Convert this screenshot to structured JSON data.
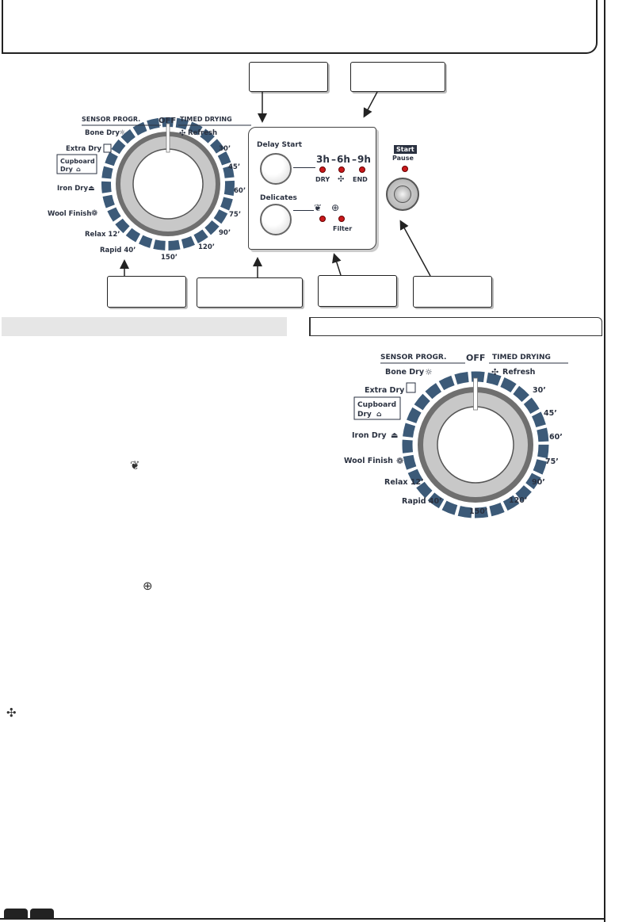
{
  "dial": {
    "sensor_header": "SENSOR PROGR.",
    "off_label": "OFF",
    "timed_header": "TIMED DRYING",
    "programs": {
      "bone_dry": "Bone Dry",
      "extra_dry": "Extra Dry",
      "cupboard_line1": "Cupboard",
      "cupboard_line2": "Dry",
      "iron_dry": "Iron Dry",
      "wool_finish": "Wool Finish",
      "relax": "Relax 12’",
      "rapid": "Rapid 40’",
      "refresh": "Refresh",
      "t30": "30’",
      "t45": "45’",
      "t60": "60’",
      "t75": "75’",
      "t90": "90’",
      "t120": "120’",
      "t150": "150’"
    }
  },
  "panel": {
    "delay_start": "Delay Start",
    "hours_3": "3h",
    "hours_6": "6h",
    "hours_9": "9h",
    "dry": "DRY",
    "end": "END",
    "delicates": "Delicates",
    "filter": "Filter"
  },
  "start": {
    "tag": "Start",
    "pause": "Pause"
  },
  "colors": {
    "dial_ring": "#3c5a78",
    "text_dark": "#2a3140",
    "led_red": "#c9191b"
  },
  "icons": [
    "sun-icon",
    "cupboard-icon",
    "hanger-icon",
    "iron-icon",
    "yarn-icon",
    "fan-icon",
    "feather-icon",
    "filter-grid-icon",
    "start-diamond-icon"
  ]
}
